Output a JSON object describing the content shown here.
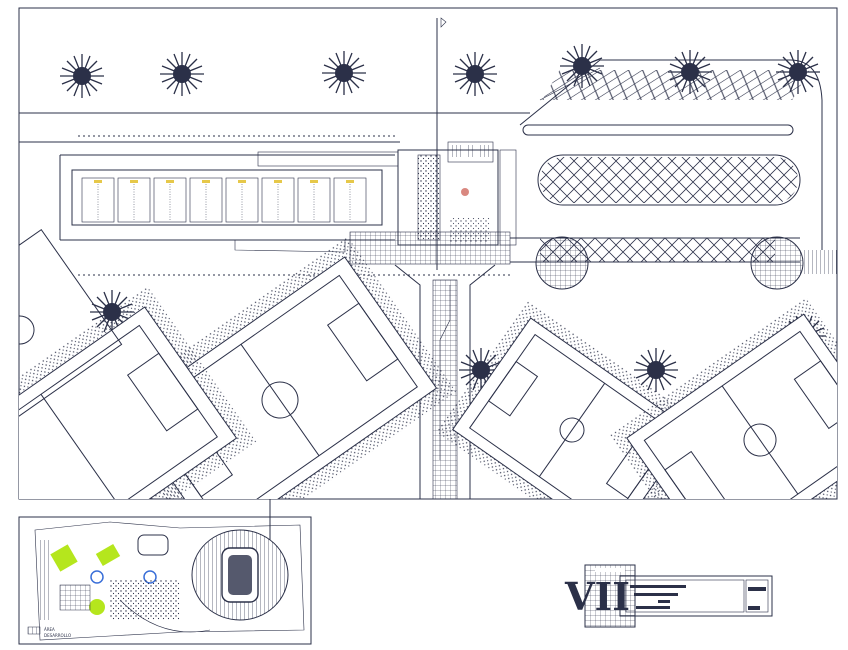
{
  "sheet": {
    "number": "VII",
    "key_map_legend_line1": "ÁREA",
    "key_map_legend_line2": "DESARROLLO"
  },
  "colors": {
    "line": "#2b3048",
    "paper": "#ffffff",
    "highlight_green": "#b5e61d",
    "highlight_blue": "#3a6fd8"
  }
}
